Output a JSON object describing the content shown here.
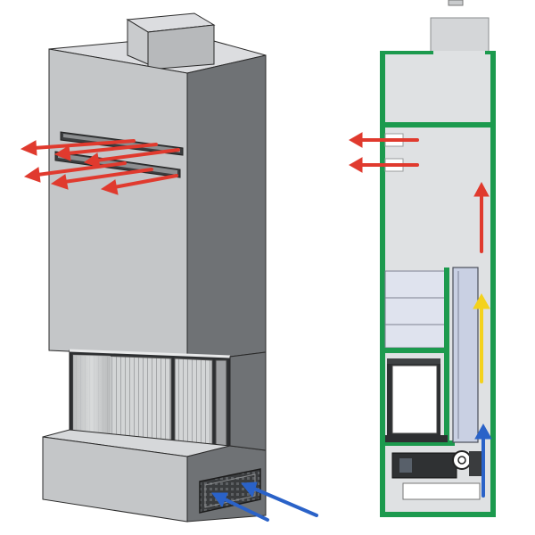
{
  "figure": {
    "views": [
      {
        "name": "exterior-view",
        "components": [
          "chimney-housing",
          "hood-body",
          "warm-air-grilles",
          "firebox-glass",
          "base-plinth",
          "cold-air-intake-grille"
        ]
      },
      {
        "name": "cross-section-view",
        "components": [
          "insulation-wall",
          "flue-collar",
          "hot-air-outlets",
          "accumulation-blocks",
          "convection-channel",
          "firebox",
          "air-damper",
          "ash-drawer"
        ]
      }
    ],
    "arrows": {
      "warm_air_out": {
        "color": "#e03a2e",
        "count_exterior": 6,
        "count_section": 3
      },
      "heated_air_up": {
        "color": "#f4d21c",
        "count_section": 1
      },
      "cold_air_in": {
        "color": "#2a62c8",
        "count_exterior": 2,
        "count_section": 1
      }
    },
    "colors": {
      "housing_front": "#c4c6c8",
      "housing_side": "#6f7275",
      "housing_top": "#dcdde0",
      "insulation_green": "#1c9a4e",
      "section_fill": "#dfe1e3",
      "glass": "#cfd1d2",
      "outline": "#2a2a2a"
    }
  }
}
